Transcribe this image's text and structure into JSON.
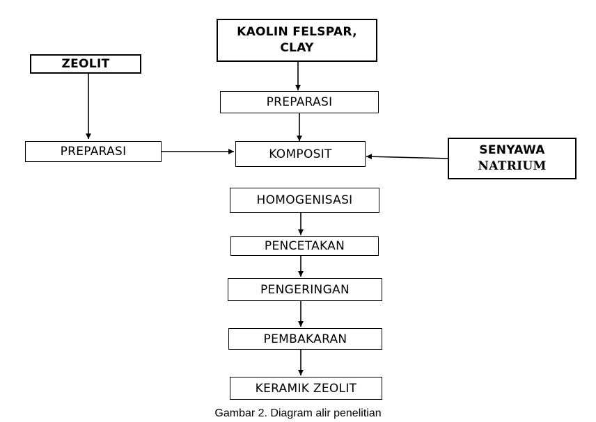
{
  "diagram": {
    "nodes": {
      "zeolit": "ZEOLIT",
      "kaolin": "KAOLIN FELSPAR, CLAY",
      "kaolin_line1": "KAOLIN FELSPAR,",
      "kaolin_line2": "CLAY",
      "preparasi_left": "PREPARASI",
      "preparasi_top": "PREPARASI",
      "komposit": "KOMPOSIT",
      "senyawa": "SENYAWA NATRIUM",
      "senyawa_line1": "SENYAWA",
      "senyawa_line2": "NATRIUM",
      "homogenisasi": "HOMOGENISASI",
      "pencetakan": "PENCETAKAN",
      "pengeringan": "PENGERINGAN",
      "pembakaran": "PEMBAKARAN",
      "keramik": "KERAMIK ZEOLIT"
    },
    "edges": [
      {
        "from": "kaolin",
        "to": "preparasi_top"
      },
      {
        "from": "preparasi_top",
        "to": "komposit"
      },
      {
        "from": "zeolit",
        "to": "preparasi_left"
      },
      {
        "from": "preparasi_left",
        "to": "komposit"
      },
      {
        "from": "senyawa",
        "to": "komposit"
      },
      {
        "from": "homogenisasi",
        "to": "pencetakan"
      },
      {
        "from": "pencetakan",
        "to": "pengeringan"
      },
      {
        "from": "pengeringan",
        "to": "pembakaran"
      },
      {
        "from": "pembakaran",
        "to": "keramik"
      }
    ],
    "caption": "Gambar 2. Diagram alir penelitian"
  }
}
